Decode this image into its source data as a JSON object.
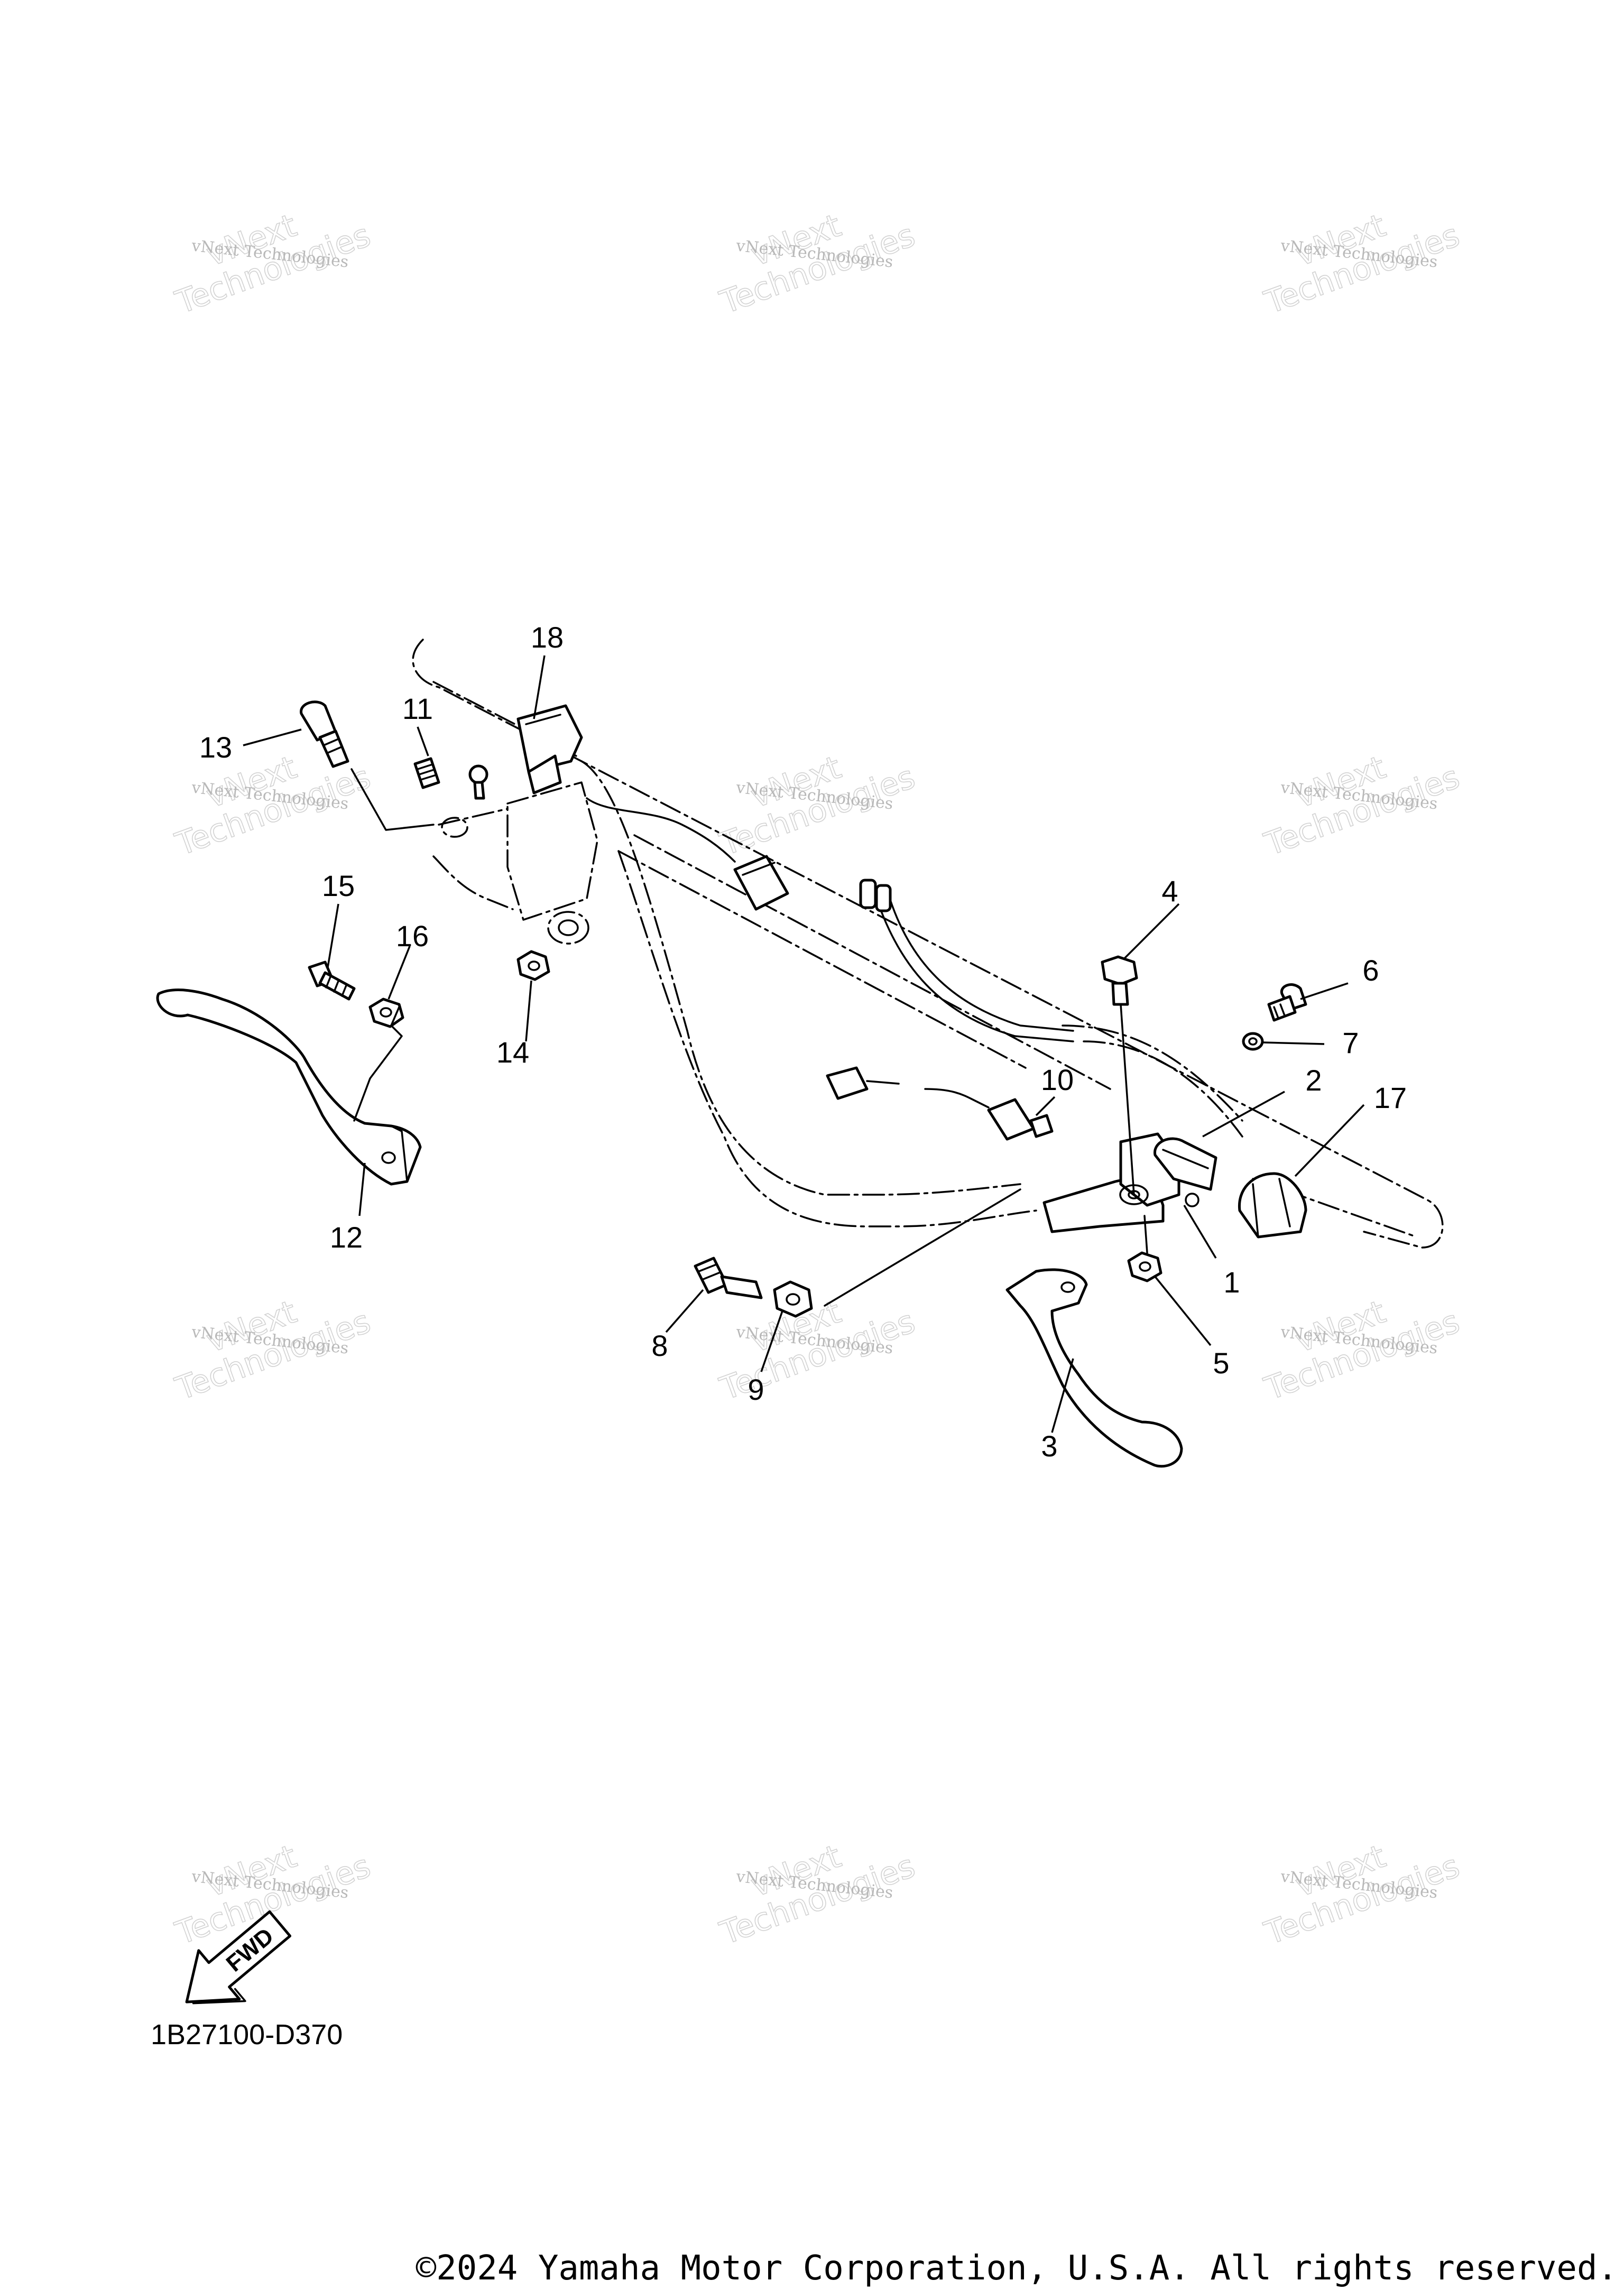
{
  "watermark": {
    "line1": "vNext Technologies",
    "line2": "vNext",
    "line3": "Technologies"
  },
  "callouts": [
    "1",
    "2",
    "3",
    "4",
    "5",
    "6",
    "7",
    "8",
    "9",
    "10",
    "11",
    "12",
    "13",
    "14",
    "15",
    "16",
    "17",
    "18"
  ],
  "fwd_label": "FWD",
  "diagram_code": "1B27100-D370",
  "copyright": "©2024 Yamaha Motor Corporation, U.S.A. All rights reserved."
}
